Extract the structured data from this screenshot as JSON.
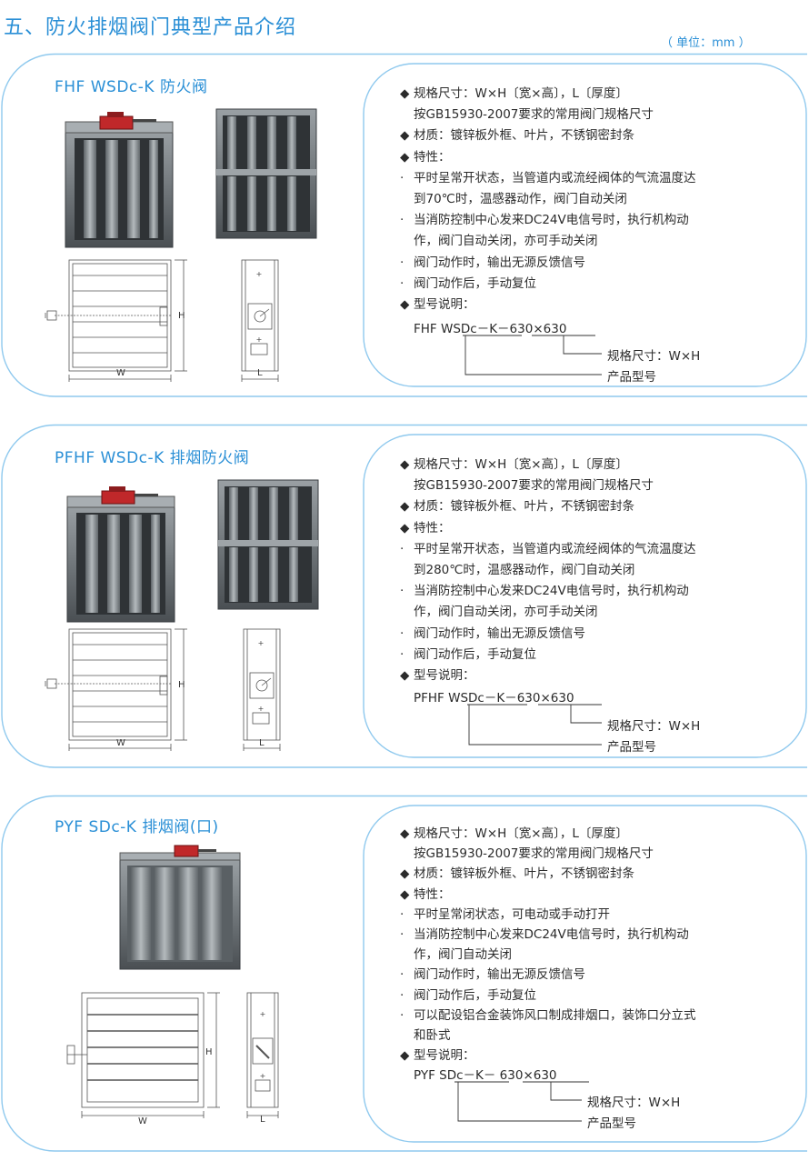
{
  "header": {
    "title": "五、防火排烟阀门典型产品介绍",
    "unit": "（ 单位：mm ）"
  },
  "colors": {
    "accent": "#2a8fd6",
    "text": "#2b2b2b",
    "actuator": "#c0282a"
  },
  "products": [
    {
      "title": "FHF WSDc-K 防火阀",
      "dim_w": "W",
      "dim_h": "H",
      "dim_l": "L",
      "spec_lines": [
        {
          "mark": "◆",
          "text": "规格尺寸：W×H〔宽×高〕，L〔厚度〕"
        },
        {
          "mark": "",
          "text": "按GB15930-2007要求的常用阀门规格尺寸"
        },
        {
          "mark": "◆",
          "text": "材质：镀锌板外框、叶片，不锈钢密封条"
        },
        {
          "mark": "◆",
          "text": "特性："
        },
        {
          "mark": "·",
          "text": "平时呈常开状态，当管道内或流经阀体的气流温度达"
        },
        {
          "mark": "",
          "text": "到70℃时，温感器动作，阀门自动关闭"
        },
        {
          "mark": "·",
          "text": "当消防控制中心发来DC24V电信号时，执行机构动"
        },
        {
          "mark": "",
          "text": "作，阀门自动关闭，亦可手动关闭"
        },
        {
          "mark": "·",
          "text": "阀门动作时，输出无源反馈信号"
        },
        {
          "mark": "·",
          "text": "阀门动作后，手动复位"
        },
        {
          "mark": "◆",
          "text": "型号说明："
        }
      ],
      "model_code": "FHF  WSDc－K－630×630",
      "model_spec": "规格尺寸：W×H",
      "model_type": "产品型号"
    },
    {
      "title": "PFHF WSDc-K 排烟防火阀",
      "dim_w": "W",
      "dim_h": "H",
      "dim_l": "L",
      "spec_lines": [
        {
          "mark": "◆",
          "text": "规格尺寸：W×H〔宽×高〕，L〔厚度〕"
        },
        {
          "mark": "",
          "text": "按GB15930-2007要求的常用阀门规格尺寸"
        },
        {
          "mark": "◆",
          "text": "材质：镀锌板外框、叶片，不锈钢密封条"
        },
        {
          "mark": "◆",
          "text": "特性："
        },
        {
          "mark": "·",
          "text": "平时呈常开状态，当管道内或流经阀体的气流温度达"
        },
        {
          "mark": "",
          "text": "到280℃时，温感器动作，阀门自动关闭"
        },
        {
          "mark": "·",
          "text": "当消防控制中心发来DC24V电信号时，执行机构动"
        },
        {
          "mark": "",
          "text": "作，阀门自动关闭，亦可手动关闭"
        },
        {
          "mark": "·",
          "text": "阀门动作时，输出无源反馈信号"
        },
        {
          "mark": "·",
          "text": "阀门动作后，手动复位"
        },
        {
          "mark": "◆",
          "text": "型号说明："
        }
      ],
      "model_code": "PFHF  WSDc－K－630×630",
      "model_spec": "规格尺寸：W×H",
      "model_type": "产品型号"
    },
    {
      "title": "PYF SDc-K 排烟阀(口)",
      "dim_w": "W",
      "dim_h": "H",
      "dim_l": "L",
      "spec_lines": [
        {
          "mark": "◆",
          "text": "规格尺寸：W×H〔宽×高〕，L〔厚度〕"
        },
        {
          "mark": "",
          "text": "按GB15930-2007要求的常用阀门规格尺寸"
        },
        {
          "mark": "◆",
          "text": "材质：镀锌板外框、叶片，不锈钢密封条"
        },
        {
          "mark": "◆",
          "text": "特性："
        },
        {
          "mark": "·",
          "text": "平时呈常闭状态，可电动或手动打开"
        },
        {
          "mark": "·",
          "text": "当消防控制中心发来DC24V电信号时，执行机构动"
        },
        {
          "mark": "",
          "text": "作，阀门自动关闭"
        },
        {
          "mark": "·",
          "text": "阀门动作时，输出无源反馈信号"
        },
        {
          "mark": "·",
          "text": "阀门动作后，手动复位"
        },
        {
          "mark": "·",
          "text": "可以配设铝合金装饰风口制成排烟口，装饰口分立式"
        },
        {
          "mark": "",
          "text": "和卧式"
        },
        {
          "mark": "◆",
          "text": "型号说明："
        }
      ],
      "model_code": "PYF  SDc－K－  630×630",
      "model_spec": "规格尺寸：W×H",
      "model_type": "产品型号"
    }
  ]
}
